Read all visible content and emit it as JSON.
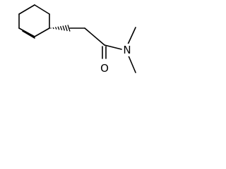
{
  "molecule": {
    "atoms": {
      "oxygen": "O",
      "nitrogen": "N"
    },
    "stereo": "hashed-wedge",
    "colors": {
      "bond": "#000000",
      "background": "#ffffff"
    }
  }
}
